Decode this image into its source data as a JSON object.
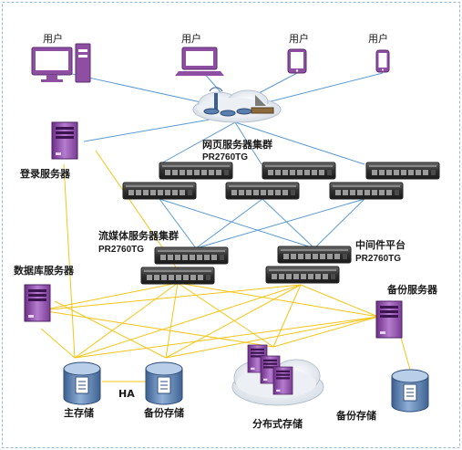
{
  "labels": {
    "user1": "用户",
    "user2": "用户",
    "user3": "用户",
    "user4": "用户",
    "login_server": "登录服务器",
    "web_cluster": "网页服务器集群",
    "web_cluster_model": "PR2760TG",
    "stream_cluster": "流媒体服务器集群",
    "stream_cluster_model": "PR2760TG",
    "middleware": "中间件平台",
    "middleware_model": "PR2760TG",
    "db_server": "数据库服务器",
    "backup_server": "备份服务器",
    "ha": "HA",
    "main_storage": "主存储",
    "backup_storage_1": "备份存储",
    "distributed_storage": "分布式存储",
    "backup_storage_2": "备份存储"
  },
  "colors": {
    "network_link": "#5b9bd5",
    "storage_link": "#f5c518",
    "device_purple": "#8e4fa3",
    "storage_blue": "#5a7fb0",
    "frame_border": "#9bb8d8"
  },
  "icons": {
    "user_desktop": "desktop-computer-icon",
    "user_laptop": "laptop-icon",
    "user_tablet": "tablet-icon",
    "user_phone": "phone-icon",
    "network_hub": "network-cloud-icon",
    "server_tower": "tower-server-icon",
    "rack_server": "rack-server-icon",
    "storage_db": "storage-cylinder-icon",
    "cloud": "cloud-icon"
  }
}
